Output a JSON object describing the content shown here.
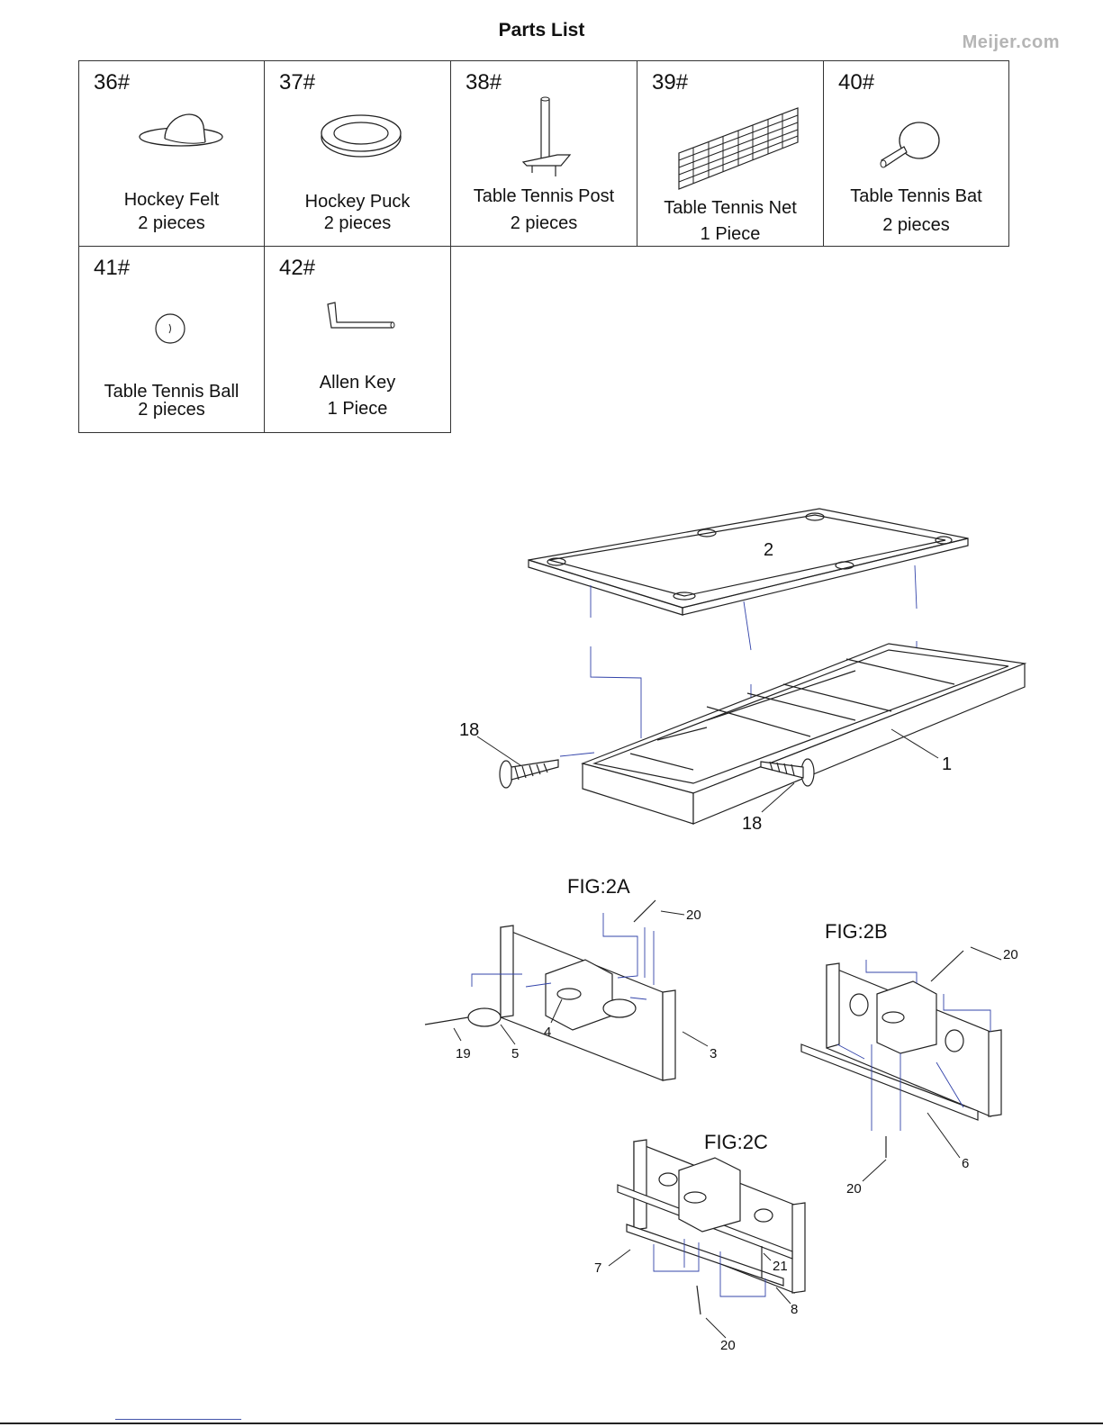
{
  "header": {
    "title": "Parts List",
    "watermark": "Meijer.com"
  },
  "parts": [
    {
      "number": "36#",
      "name": "Hockey Felt",
      "qty": "2 pieces",
      "icon": "hockey-felt-icon"
    },
    {
      "number": "37#",
      "name": "Hockey Puck",
      "qty": "2 pieces",
      "icon": "hockey-puck-icon"
    },
    {
      "number": "38#",
      "name": "Table Tennis Post",
      "qty": "2 pieces",
      "icon": "table-tennis-post-icon"
    },
    {
      "number": "39#",
      "name": "Table Tennis Net",
      "qty": "1 Piece",
      "icon": "table-tennis-net-icon"
    },
    {
      "number": "40#",
      "name": "Table Tennis Bat",
      "qty": "2 pieces",
      "icon": "table-tennis-bat-icon"
    },
    {
      "number": "41#",
      "name": "Table Tennis Ball",
      "qty": "2 pieces",
      "icon": "table-tennis-ball-icon"
    },
    {
      "number": "42#",
      "name": "Allen Key",
      "qty": "1 Piece",
      "icon": "allen-key-icon"
    }
  ],
  "assembly": {
    "callouts": {
      "top_frame": "2",
      "bolt_left": "18",
      "base_frame": "1",
      "bolt_right": "18"
    }
  },
  "figures": {
    "fig2a": {
      "title": "FIG:2A",
      "callouts": [
        "20",
        "4",
        "3",
        "19",
        "5"
      ]
    },
    "fig2b": {
      "title": "FIG:2B",
      "callouts": [
        "20",
        "6",
        "20"
      ]
    },
    "fig2c": {
      "title": "FIG:2C",
      "callouts": [
        "7",
        "21",
        "8",
        "20"
      ]
    }
  }
}
